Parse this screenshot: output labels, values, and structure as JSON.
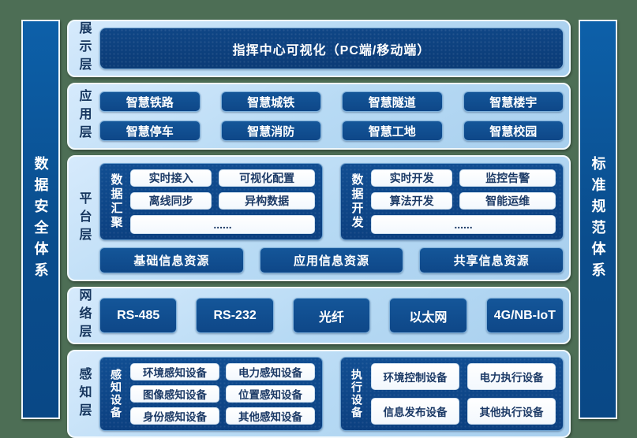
{
  "colors": {
    "background_green": "#4d6e55",
    "panel_light_blue": "#b7daf4",
    "dark_blue_button": "#0e4788",
    "sidebar_blue": "#0a4d8d",
    "white_button_text": "#1c3a66",
    "layer_label_text": "#16365e"
  },
  "sidebar_left": {
    "label": "数据安全体系"
  },
  "sidebar_right": {
    "label": "标准规范体系"
  },
  "display_layer": {
    "label": "展示层",
    "main_box": "指挥中心可视化（PC端/移动端）"
  },
  "application_layer": {
    "label": "应用层",
    "row1": [
      "智慧铁路",
      "智慧城铁",
      "智慧隧道",
      "智慧楼宇"
    ],
    "row2": [
      "智慧停车",
      "智慧消防",
      "智慧工地",
      "智慧校园"
    ]
  },
  "platform_layer": {
    "label": "平台层",
    "groups": [
      {
        "label": "数据汇聚",
        "row1": [
          "实时接入",
          "可视化配置"
        ],
        "row2": [
          "离线同步",
          "异构数据"
        ],
        "more": "......"
      },
      {
        "label": "数据开发",
        "row1": [
          "实时开发",
          "监控告警"
        ],
        "row2": [
          "算法开发",
          "智能运维"
        ],
        "more": "......"
      }
    ],
    "resources": [
      "基础信息资源",
      "应用信息资源",
      "共享信息资源"
    ]
  },
  "network_layer": {
    "label": "网络层",
    "items": [
      "RS-485",
      "RS-232",
      "光纤",
      "以太网",
      "4G/NB-IoT"
    ]
  },
  "perception_layer": {
    "label": "感知层",
    "groups": [
      {
        "label": "感知设备",
        "items": [
          "环境感知设备",
          "电力感知设备",
          "图像感知设备",
          "位置感知设备",
          "身份感知设备",
          "其他感知设备"
        ]
      },
      {
        "label": "执行设备",
        "items": [
          "环境控制设备",
          "电力执行设备",
          "信息发布设备",
          "其他执行设备"
        ]
      }
    ]
  }
}
